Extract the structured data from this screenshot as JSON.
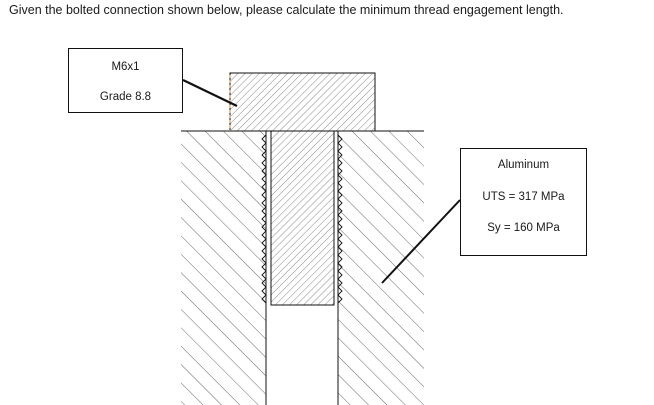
{
  "question": "Given the bolted connection shown below, please calculate the minimum thread engagement length.",
  "bolt_label": {
    "size": "M6x1",
    "grade": "Grade 8.8"
  },
  "material_label": {
    "material": "Aluminum",
    "uts": "UTS = 317 MPa",
    "sy": "Sy = 160 MPa"
  },
  "colors": {
    "line": "#111111",
    "hatch": "#444444",
    "bolt_head_edge": "#d08a3a"
  }
}
